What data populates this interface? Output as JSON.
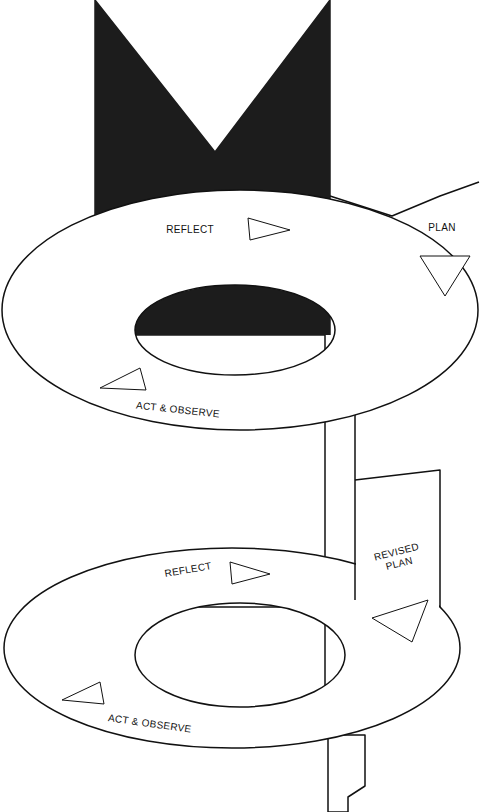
{
  "diagram": {
    "labels": [
      "REFLECT",
      "PLAN",
      "ACT & OBSERVE",
      "REVISED PLAN",
      "REFLECT",
      "ACT & OBSERVE"
    ]
  }
}
